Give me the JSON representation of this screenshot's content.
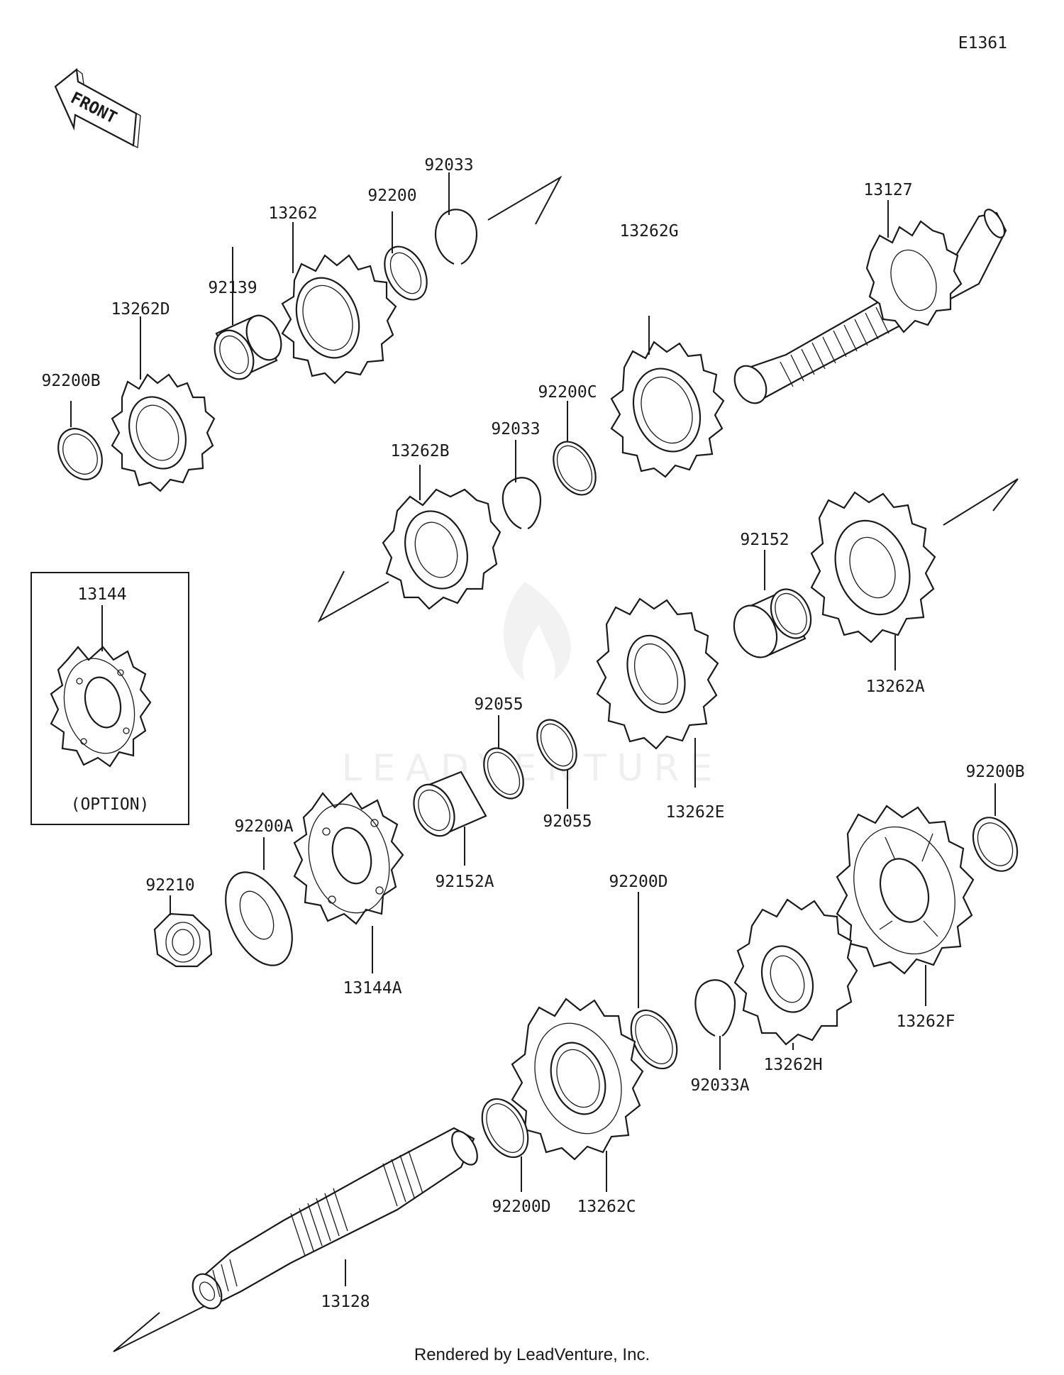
{
  "diagram_code": "E1361",
  "front_label": "FRONT",
  "option_label": "(OPTION)",
  "footer": "Rendered by LeadVenture, Inc.",
  "watermark": "LEADVENTURE",
  "parts": [
    {
      "id": "p-92033-top",
      "label": "92033"
    },
    {
      "id": "p-92200",
      "label": "92200"
    },
    {
      "id": "p-13262",
      "label": "13262"
    },
    {
      "id": "p-92139",
      "label": "92139"
    },
    {
      "id": "p-13262d",
      "label": "13262D"
    },
    {
      "id": "p-92200b-top",
      "label": "92200B"
    },
    {
      "id": "p-13127",
      "label": "13127"
    },
    {
      "id": "p-13262g",
      "label": "13262G"
    },
    {
      "id": "p-92200c",
      "label": "92200C"
    },
    {
      "id": "p-92033-mid",
      "label": "92033"
    },
    {
      "id": "p-13262b",
      "label": "13262B"
    },
    {
      "id": "p-92152",
      "label": "92152"
    },
    {
      "id": "p-13262a",
      "label": "13262A"
    },
    {
      "id": "p-13144",
      "label": "13144"
    },
    {
      "id": "p-92055-a",
      "label": "92055"
    },
    {
      "id": "p-92055-b",
      "label": "92055"
    },
    {
      "id": "p-13262e",
      "label": "13262E"
    },
    {
      "id": "p-92200b-right",
      "label": "92200B"
    },
    {
      "id": "p-92200a",
      "label": "92200A"
    },
    {
      "id": "p-92210",
      "label": "92210"
    },
    {
      "id": "p-92152a",
      "label": "92152A"
    },
    {
      "id": "p-13144a",
      "label": "13144A"
    },
    {
      "id": "p-92200d-top",
      "label": "92200D"
    },
    {
      "id": "p-13262h",
      "label": "13262H"
    },
    {
      "id": "p-92033a",
      "label": "92033A"
    },
    {
      "id": "p-13262f",
      "label": "13262F"
    },
    {
      "id": "p-92200d-bottom",
      "label": "92200D"
    },
    {
      "id": "p-13262c",
      "label": "13262C"
    },
    {
      "id": "p-13128",
      "label": "13128"
    }
  ]
}
